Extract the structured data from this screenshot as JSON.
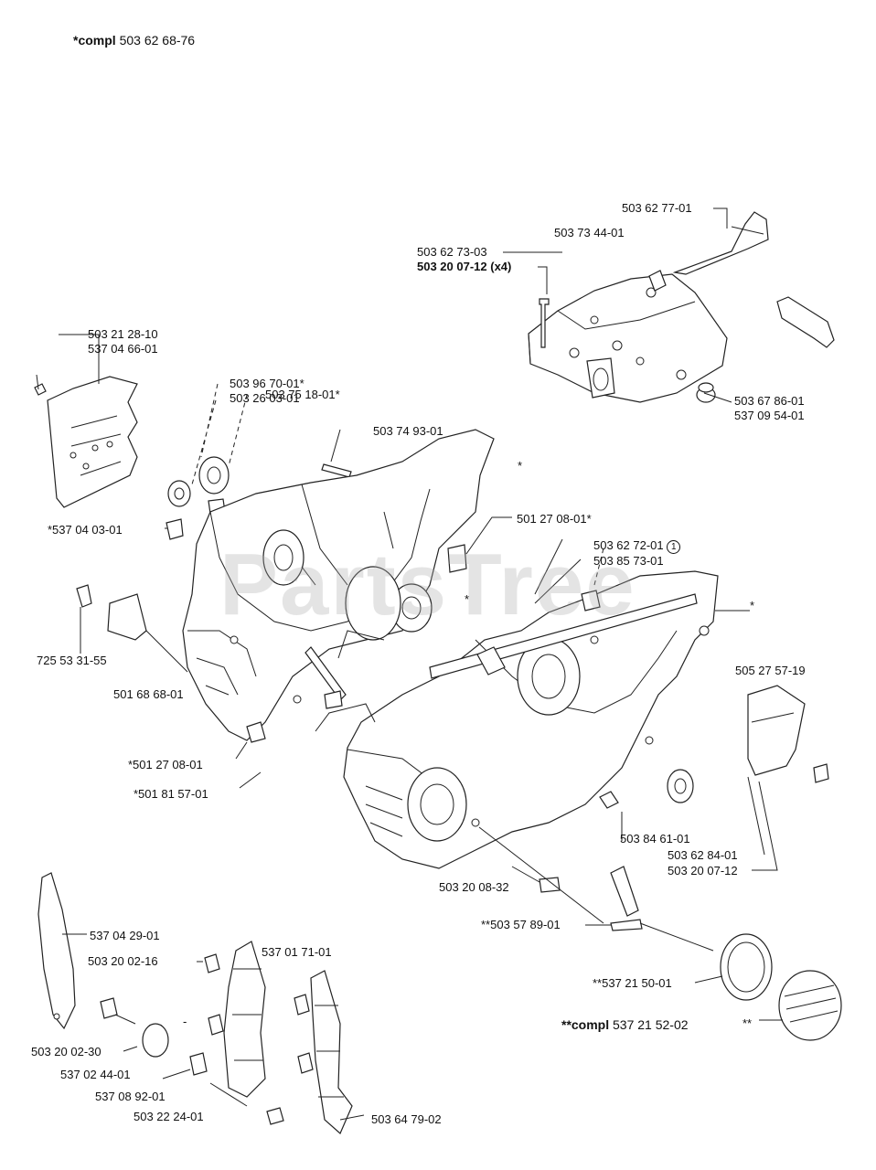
{
  "header": {
    "compl_prefix": "*compl",
    "compl_number": "503 62 68-76"
  },
  "watermark": "PartsTree",
  "labels": {
    "p503627701": "503 62 77-01",
    "p503734401": "503 73 44-01",
    "p503627303": "503 62 73-03",
    "p503200712x4": "503 20 07-12 (x4)",
    "p503212810": "503 21 28-10",
    "p537046601": "537 04 66-01",
    "p503967001": "503 96 70-01*",
    "p503260301": "503 26 03-01",
    "p503751801": "503 75 18-01*",
    "p503749301": "503 74 93-01",
    "p503678601": "503 67 86-01",
    "p537095401": "537 09 54-01",
    "star_top": "*",
    "p537040301": "*537 04 03-01",
    "p501270801a": "501 27 08-01*",
    "p503627201": "503 62 72-01",
    "circle1": "1",
    "p503857301": "503 85 73-01",
    "star_right": "*",
    "star_mid": "*",
    "p725533155": "725 53 31-55",
    "p501686801": "501 68 68-01",
    "p505275719": "505 27 57-19",
    "p501270801b": "*501 27 08-01",
    "p501815701": "*501 81 57-01",
    "p503846101": "503 84 61-01",
    "p503628401": "503 62 84-01",
    "p503200712": "503 20 07-12",
    "p503200832": "503 20 08-32",
    "p503578901": "**503 57 89-01",
    "p537042901": "537 04 29-01",
    "p503200216": "503 20 02-16",
    "p537017101": "537 01 71-01",
    "p537215001": "**537 21 50-01",
    "compl2_prefix": "**compl",
    "compl2_number": "537 21 52-02",
    "star2": "**",
    "p503200230": "503 20 02-30",
    "p537024401": "537 02 44-01",
    "p537089201": "537 08 92-01",
    "p503222401": "503 22 24-01",
    "p503647902": "503 64 79-02",
    "dash": "-"
  }
}
